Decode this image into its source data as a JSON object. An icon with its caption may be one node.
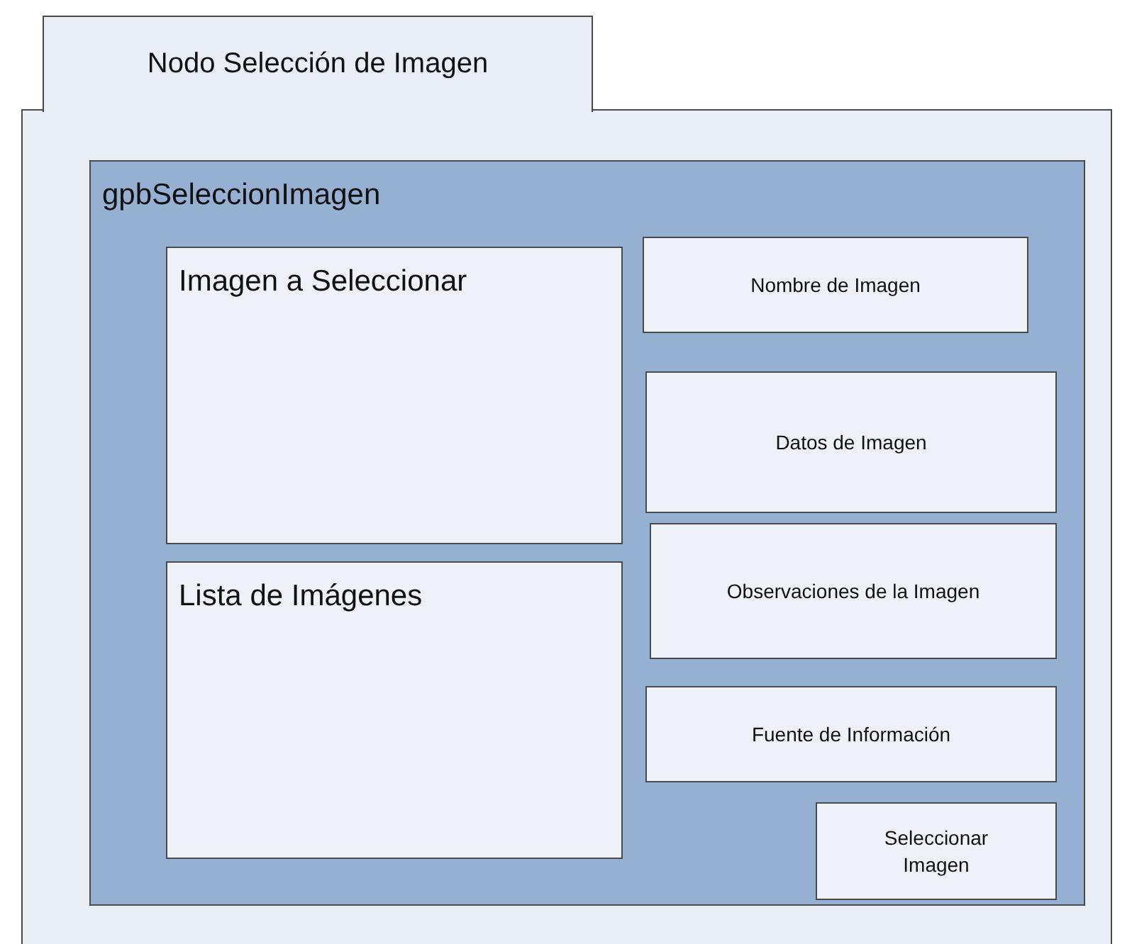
{
  "diagram": {
    "nodes": [
      {
        "text": [
          "Nodo Selección de Imagen"
        ]
      },
      {
        "text": [
          "gpbSeleccionImagen"
        ],
        "in": 0
      },
      {
        "text": [
          "Imagen a Seleccionar"
        ],
        "in": 1
      },
      {
        "text": [
          "Lista de Imágenes"
        ],
        "in": 1
      },
      {
        "text": [
          "Nombre de Imagen"
        ],
        "in": 1
      },
      {
        "text": [
          "Datos de Imagen"
        ],
        "in": 1
      },
      {
        "text": [
          "Observaciones de la Imagen"
        ],
        "in": 1
      },
      {
        "text": [
          "Fuente de Información"
        ],
        "in": 1
      },
      {
        "text": [
          "Seleccionar Imagen"
        ],
        "in": 1
      }
    ]
  }
}
